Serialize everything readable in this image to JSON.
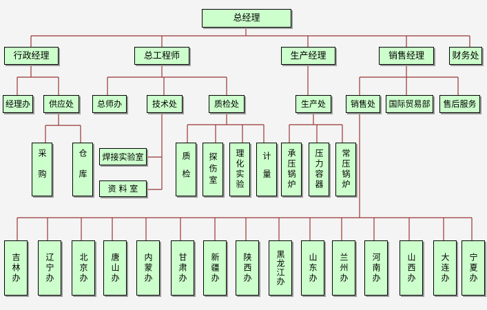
{
  "chart": {
    "root": "总经理",
    "l1": [
      "行政经理",
      "总工程师",
      "生产经理",
      "销售经理",
      "财务处"
    ],
    "admin": [
      "经理办",
      "供应处"
    ],
    "supply": [
      "采购",
      "仓库"
    ],
    "chief": [
      "总师办",
      "技术处",
      "质检处"
    ],
    "tech": [
      "焊接实验室",
      "资 料 室"
    ],
    "qc": [
      "质检",
      "探伤室",
      "理化实验",
      "计量"
    ],
    "prod_office": "生产处",
    "prod": [
      "承压锅炉",
      "压力容器",
      "常压锅炉"
    ],
    "sales_units": [
      "销售处",
      "国际贸易部",
      "售后服务"
    ],
    "offices": [
      "吉林办",
      "辽宁办",
      "北京办",
      "唐山办",
      "内蒙办",
      "甘肃办",
      "新疆办",
      "陕西办",
      "黑龙江办",
      "山东办",
      "兰州办",
      "河南办",
      "山西办",
      "大连办",
      "宁夏办"
    ],
    "colors": {
      "box_fill": "#ccffcc",
      "line": "#993333",
      "border": "#000000"
    }
  }
}
